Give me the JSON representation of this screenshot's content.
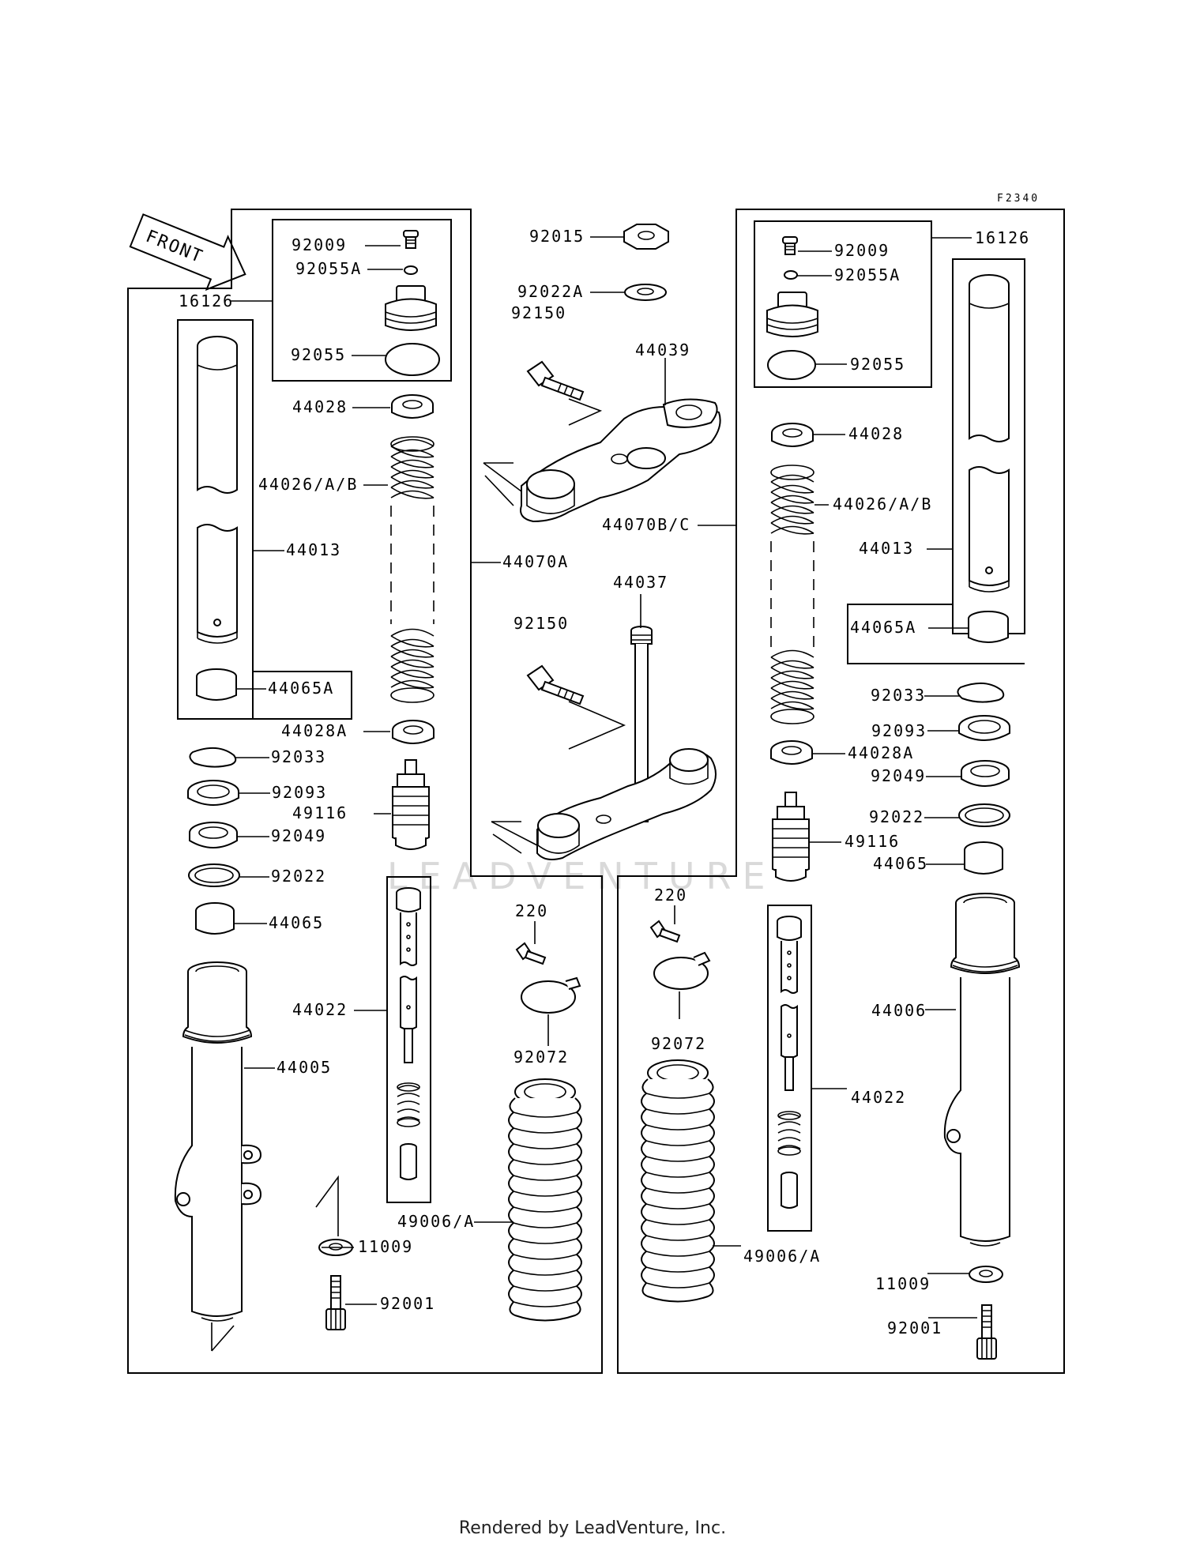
{
  "figure_code": "F2340",
  "front_label": "FRONT",
  "watermark": "LEADVENTURE",
  "footer": "Rendered by LeadVenture, Inc.",
  "labels": {
    "l_92009": "92009",
    "l_92055A": "92055A",
    "l_92055": "92055",
    "l_16126": "16126",
    "l_44028": "44028",
    "l_44026": "44026/A/B",
    "l_44013": "44013",
    "l_44065A": "44065A",
    "l_44028A": "44028A",
    "l_92033": "92033",
    "l_92093": "92093",
    "l_49116": "49116",
    "l_92049": "92049",
    "l_92022": "92022",
    "l_44065": "44065",
    "l_44005": "44005",
    "l_44070A": "44070A",
    "c_92015": "92015",
    "c_92022A": "92022A",
    "c_92150a": "92150",
    "c_44039": "44039",
    "c_44070BC": "44070B/C",
    "c_44037": "44037",
    "c_92150b": "92150",
    "c_44022": "44022",
    "c_220": "220",
    "c_92072": "92072",
    "c_49006": "49006/A",
    "c_11009": "11009",
    "c_92001": "92001",
    "r_92009": "92009",
    "r_92055A": "92055A",
    "r_16126": "16126",
    "r_92055": "92055",
    "r_44028": "44028",
    "r_44026": "44026/A/B",
    "r_44013": "44013",
    "r_44065A": "44065A",
    "r_92033": "92033",
    "r_92093": "92093",
    "r_44028A": "44028A",
    "r_92049": "92049",
    "r_92022": "92022",
    "r_49116": "49116",
    "r_44065": "44065",
    "r_220": "220",
    "r_92072": "92072",
    "r_44006": "44006",
    "r_44022": "44022",
    "r_49006": "49006/A",
    "r_11009": "11009",
    "r_92001": "92001"
  }
}
